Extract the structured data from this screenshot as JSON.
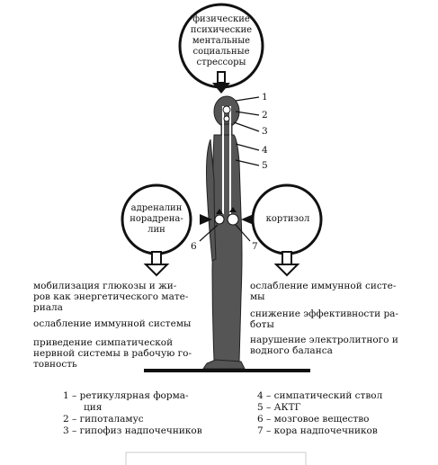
{
  "stressor_text": [
    "физические",
    "психические",
    "ментальные",
    "социальные",
    "стрессоры"
  ],
  "left_circle_text": [
    "адреналин",
    "норадрена-",
    "лин"
  ],
  "right_circle_text": "кортизол",
  "markers": [
    "1",
    "2",
    "3",
    "4",
    "5",
    "6",
    "7"
  ],
  "left_effects": [
    [
      "мобилизация глюкозы и жи-",
      "ров как энергетического мате-",
      "риала"
    ],
    [
      "ослабление иммунной системы"
    ],
    [
      "приведение симпатической",
      "нервной системы в рабочую го-",
      "товность"
    ]
  ],
  "right_effects": [
    [
      "ослабление иммунной систе-",
      "мы"
    ],
    [
      "снижение эффективности ра-",
      "боты"
    ],
    [
      "нарушение электролитного и",
      "водного баланса"
    ]
  ],
  "legend_left": [
    [
      "1 – ретикулярная форма-",
      "ция"
    ],
    [
      "2 – гипоталамус"
    ],
    [
      "3 – гипофиз надпочечников"
    ]
  ],
  "legend_right": [
    [
      "4 – симпатический ствол"
    ],
    [
      "5 – АКТГ"
    ],
    [
      "6 – мозговое вещество"
    ],
    [
      "7 – кора надпочечников"
    ]
  ]
}
